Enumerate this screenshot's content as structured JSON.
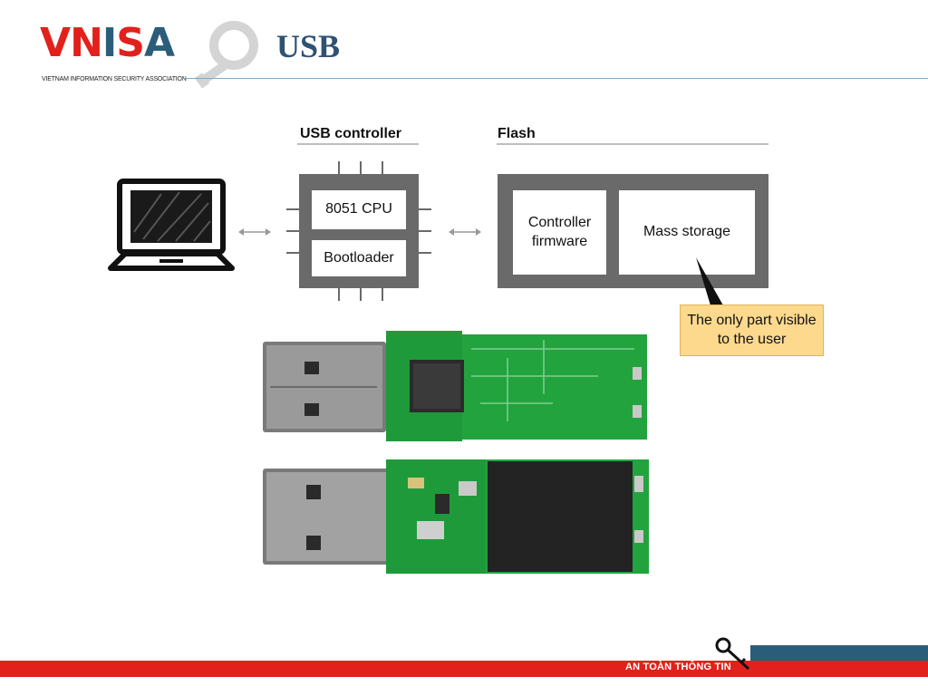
{
  "header": {
    "logo_text": "VNISA",
    "logo_tagline": "VIETNAM INFORMATION SECURITY ASSOCIATION",
    "title": "USB"
  },
  "diagram": {
    "usb_controller": {
      "label": "USB controller",
      "cpu": "8051 CPU",
      "bootloader": "Bootloader"
    },
    "flash": {
      "label": "Flash",
      "controller_firmware": "Controller firmware",
      "mass_storage": "Mass storage"
    },
    "callout": "The only part visible to the user"
  },
  "footer": {
    "text": "AN TOÀN THÔNG TIN"
  },
  "colors": {
    "title": "#2f5174",
    "chip_gray": "#6a6a6a",
    "callout_bg": "#fcd98d",
    "footer_red": "#e2211c",
    "footer_blue": "#2a5d7a",
    "logo_red": "#e2211c",
    "logo_blue": "#2a5d7a"
  }
}
